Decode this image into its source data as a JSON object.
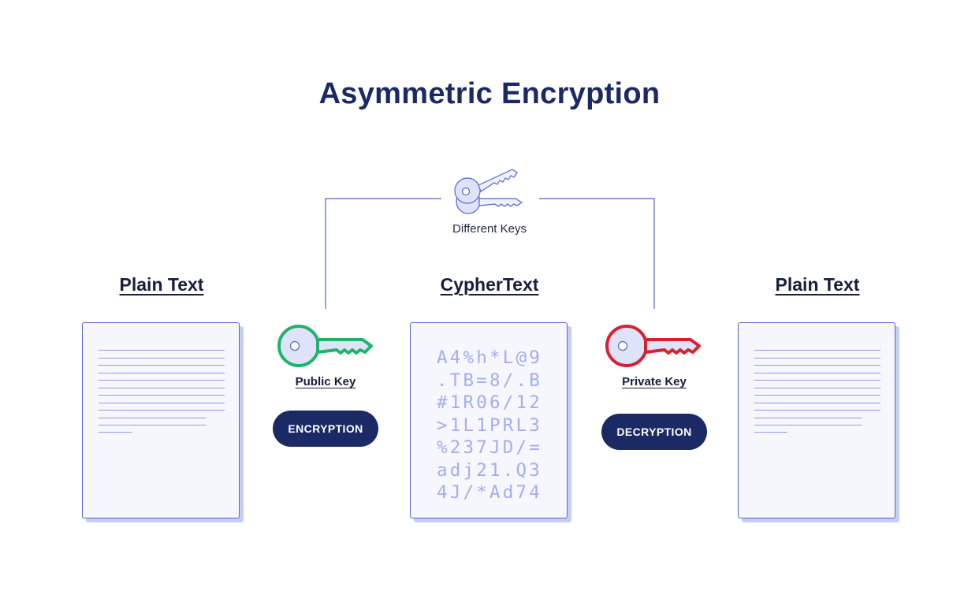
{
  "title": "Asymmetric Encryption",
  "shared_keys_label": "Different Keys",
  "left_doc": {
    "heading": "Plain Text"
  },
  "middle_doc": {
    "heading": "CypherText",
    "cipher_lines": [
      "A4%h*L@9",
      ".TB=8/.B",
      "#1R06/12",
      ">1L1PRL3",
      "%237JD/=",
      "adj21.Q3",
      "4J/*Ad74"
    ]
  },
  "right_doc": {
    "heading": "Plain Text"
  },
  "public_key": {
    "label": "Public Key",
    "accent": "#1fb46a",
    "action": "ENCRYPTION"
  },
  "private_key": {
    "label": "Private Key",
    "accent": "#d8202f",
    "action": "DECRYPTION"
  },
  "colors": {
    "navy": "#1b2a64",
    "line": "#5566c8",
    "paper": "#f6f7fd",
    "shadow": "#c7cef5"
  }
}
